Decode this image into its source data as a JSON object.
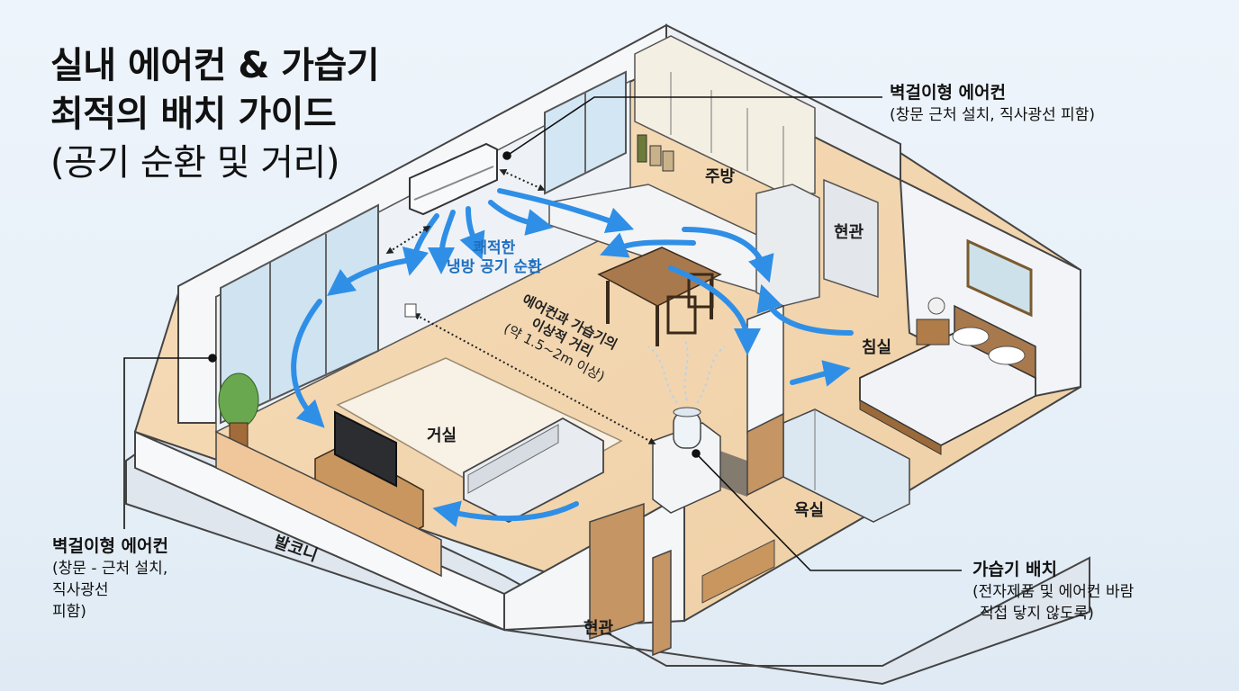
{
  "title": {
    "line1": "실내 에어컨 & 가습기",
    "line2": "최적의 배치 가이드",
    "line3": "(공기 순환 및 거리)"
  },
  "callouts": {
    "ac_top": {
      "heading": "벽걸이형 에어컨",
      "desc": "(창문 근처 설치, 직사광선 피함)"
    },
    "ac_left": {
      "heading": "벽걸이형 에어컨",
      "desc1": "(창문 - 근처 설치,",
      "desc2": "직사광선",
      "desc3": "피함)"
    },
    "humidifier": {
      "heading": "가습기 배치",
      "desc1": "(전자제품 및 에어컨 바람",
      "desc2": "직접 닿지 않도록)"
    }
  },
  "rooms": {
    "kitchen": "주방",
    "entrance_inner": "현관",
    "bedroom": "침실",
    "living": "거실",
    "bathroom": "욕실",
    "balcony": "발코니",
    "entrance_bottom": "현관"
  },
  "airflow": {
    "line1": "쾌적한",
    "line2": "냉방 공기 순환"
  },
  "distance": {
    "line1": "에어컨과 가습기의",
    "line2": "이상적 거리",
    "line3": "(약 1.5~2m 이상)"
  },
  "colors": {
    "arrow": "#2f8fe6",
    "floor": "#f3d7b2",
    "wall": "#f4f6f8",
    "text_blue": "#1f6fc0"
  }
}
